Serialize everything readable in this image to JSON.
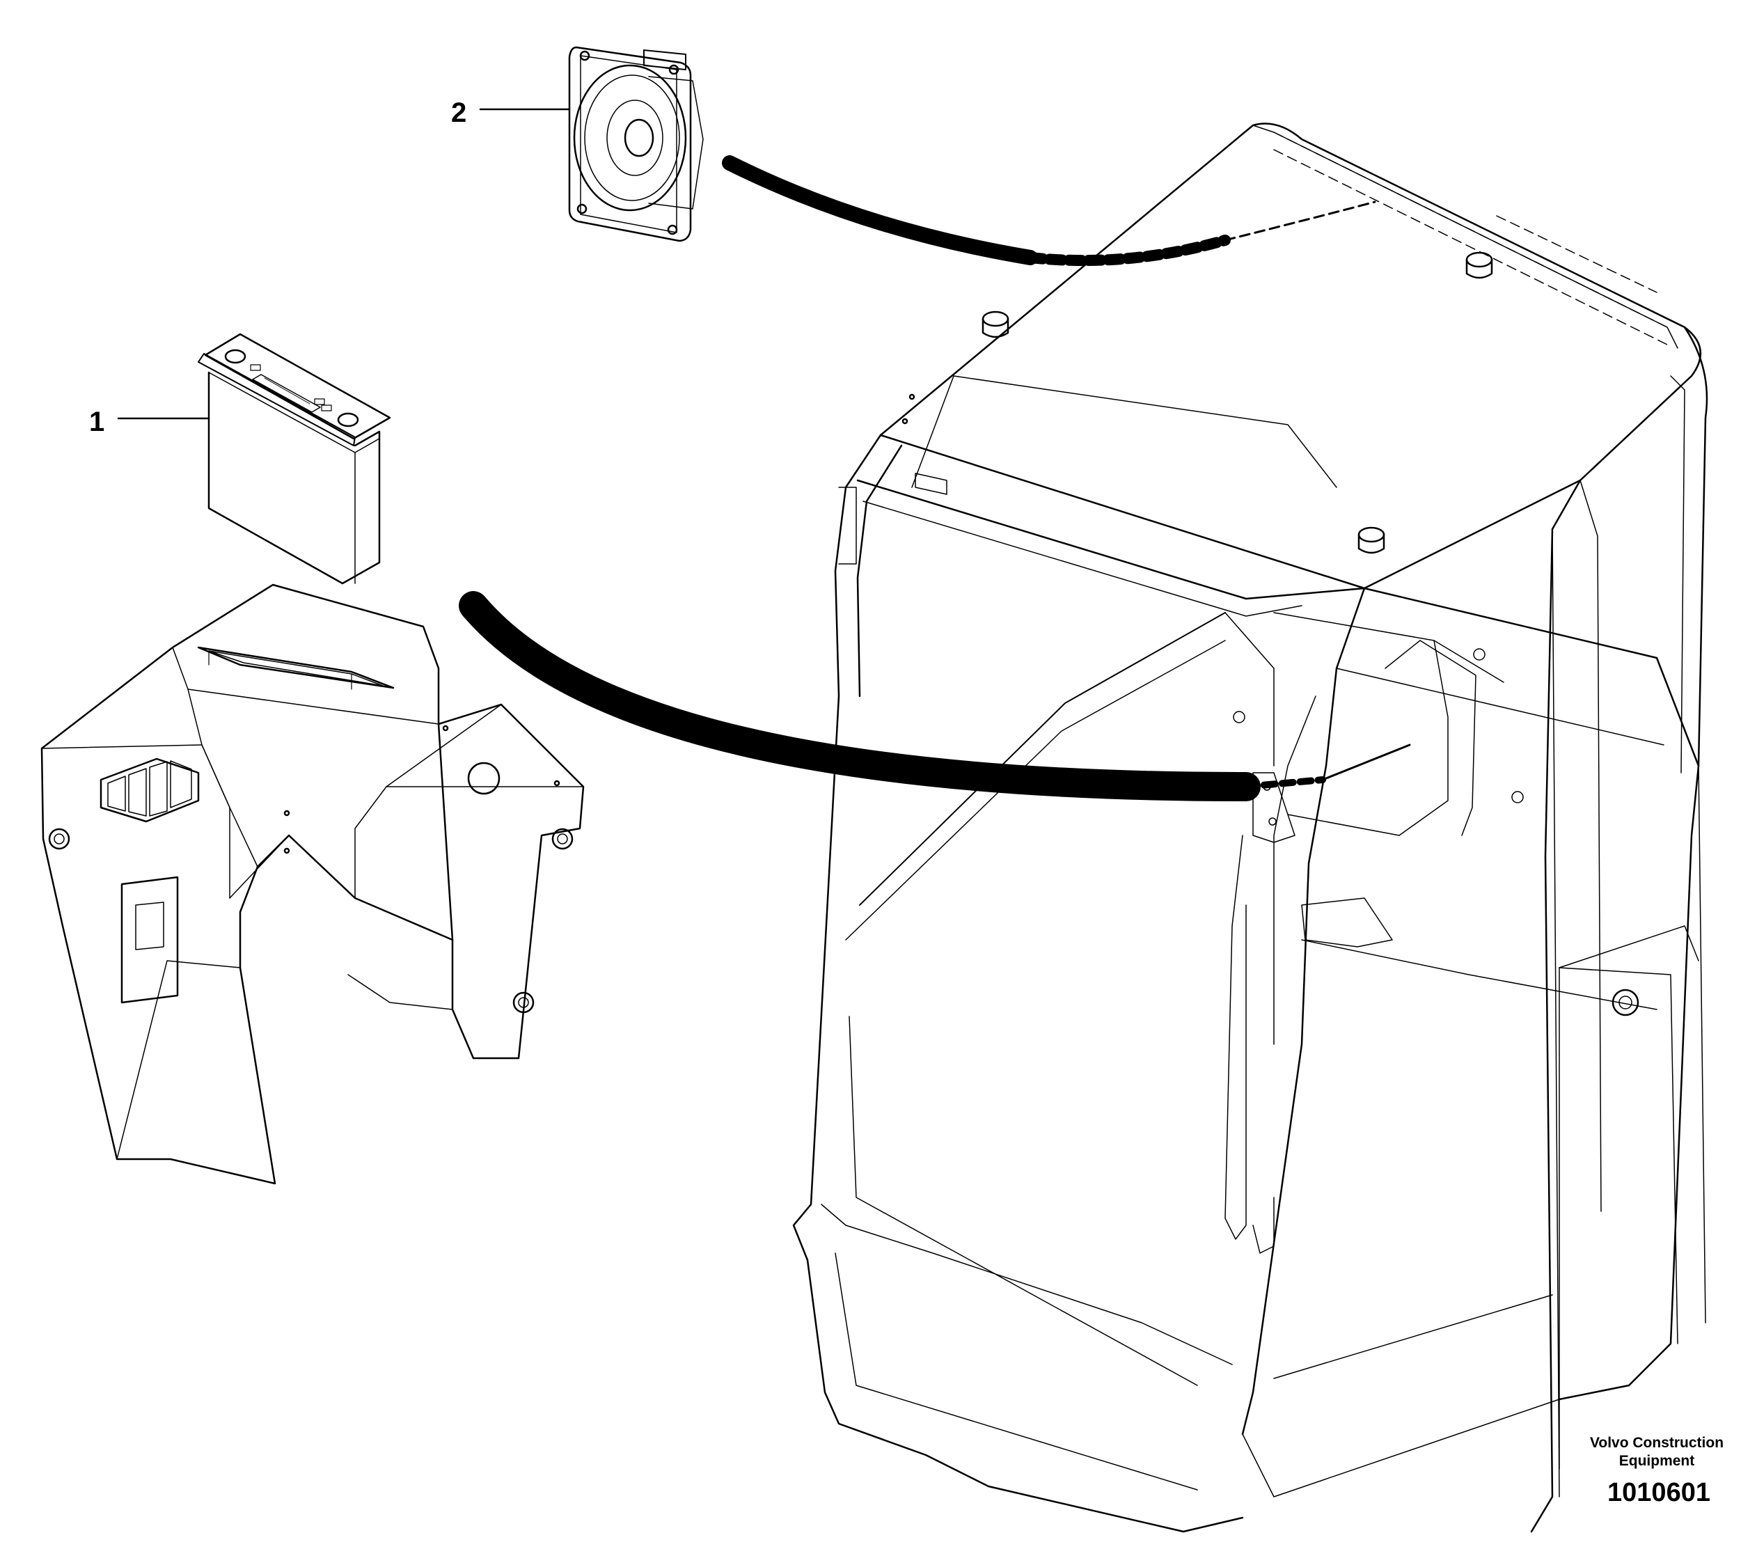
{
  "callouts": {
    "radio": "1",
    "speaker": "2"
  },
  "footer": {
    "manufacturer_line1": "Volvo Construction",
    "manufacturer_line2": "Equipment",
    "figure_number": "1010601"
  },
  "colors": {
    "ink": "#000000",
    "paper": "#ffffff"
  }
}
